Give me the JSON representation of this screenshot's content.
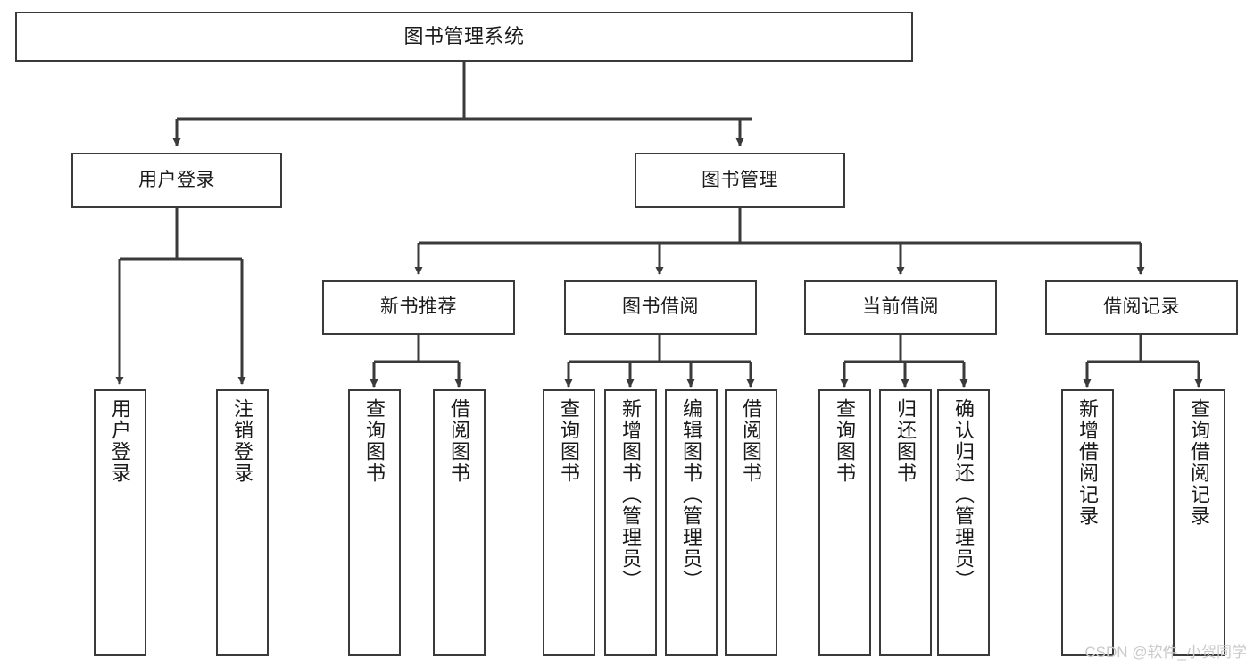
{
  "diagram": {
    "title": "图书管理系统",
    "type": "tree-hierarchy",
    "orientation": "top-down",
    "watermark": "CSDN @软件_小贺同学",
    "colors": {
      "box_border": "#3a3a3a",
      "box_fill": "#ffffff",
      "connector": "#3a3a3a",
      "text": "#1a1a1a",
      "watermark": "#c9c9c9",
      "background": "#ffffff"
    },
    "nodes": {
      "root": {
        "label": "图书管理系统",
        "level": 1
      },
      "user_login": {
        "label": "用户登录",
        "level": 2
      },
      "book_manage": {
        "label": "图书管理",
        "level": 2
      },
      "new_book_rec": {
        "label": "新书推荐",
        "level": 3
      },
      "book_borrow": {
        "label": "图书借阅",
        "level": 3
      },
      "current_borrow": {
        "label": "当前借阅",
        "level": 3
      },
      "borrow_record": {
        "label": "借阅记录",
        "level": 3
      },
      "leaf_user_login": {
        "label": "用户登录",
        "level": 3
      },
      "leaf_logout": {
        "label": "注销登录",
        "level": 3
      },
      "leaf_query_book_a": {
        "label": "查询图书",
        "level": 4
      },
      "leaf_borrow_book_a": {
        "label": "借阅图书",
        "level": 4
      },
      "leaf_query_book_b": {
        "label": "查询图书",
        "level": 4
      },
      "leaf_add_book": {
        "label": "新增图书（管理员）",
        "level": 4
      },
      "leaf_edit_book": {
        "label": "编辑图书（管理员）",
        "level": 4
      },
      "leaf_borrow_book_b": {
        "label": "借阅图书",
        "level": 4
      },
      "leaf_query_book_c": {
        "label": "查询图书",
        "level": 4
      },
      "leaf_return_book": {
        "label": "归还图书",
        "level": 4
      },
      "leaf_confirm_return": {
        "label": "确认归还（管理员）",
        "level": 4
      },
      "leaf_add_record": {
        "label": "新增借阅记录",
        "level": 4
      },
      "leaf_query_record": {
        "label": "查询借阅记录",
        "level": 4
      }
    },
    "edges": [
      {
        "from": "root",
        "to": "user_login"
      },
      {
        "from": "root",
        "to": "book_manage"
      },
      {
        "from": "user_login",
        "to": "leaf_user_login"
      },
      {
        "from": "user_login",
        "to": "leaf_logout"
      },
      {
        "from": "book_manage",
        "to": "new_book_rec"
      },
      {
        "from": "book_manage",
        "to": "book_borrow"
      },
      {
        "from": "book_manage",
        "to": "current_borrow"
      },
      {
        "from": "book_manage",
        "to": "borrow_record"
      },
      {
        "from": "new_book_rec",
        "to": "leaf_query_book_a"
      },
      {
        "from": "new_book_rec",
        "to": "leaf_borrow_book_a"
      },
      {
        "from": "book_borrow",
        "to": "leaf_query_book_b"
      },
      {
        "from": "book_borrow",
        "to": "leaf_add_book"
      },
      {
        "from": "book_borrow",
        "to": "leaf_edit_book"
      },
      {
        "from": "book_borrow",
        "to": "leaf_borrow_book_b"
      },
      {
        "from": "current_borrow",
        "to": "leaf_query_book_c"
      },
      {
        "from": "current_borrow",
        "to": "leaf_return_book"
      },
      {
        "from": "current_borrow",
        "to": "leaf_confirm_return"
      },
      {
        "from": "borrow_record",
        "to": "leaf_add_record"
      },
      {
        "from": "borrow_record",
        "to": "leaf_query_record"
      }
    ]
  }
}
